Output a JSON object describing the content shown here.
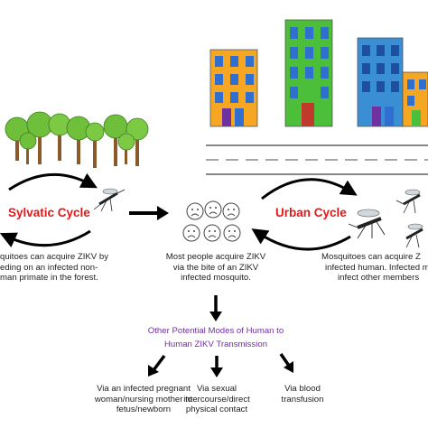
{
  "sylvatic": {
    "label": "Sylvatic Cycle",
    "desc_lines": [
      "quitoes can acquire ZIKV by",
      "eding on an infected non-",
      "man primate in the forest."
    ]
  },
  "urban": {
    "label": "Urban Cycle",
    "desc_lines": [
      "Mosquitoes can acquire Z",
      "infected human. Infected m",
      "infect other members"
    ]
  },
  "center": {
    "desc_lines": [
      "Most people acquire ZIKV",
      "via the bite of an ZIKV",
      "infected mosquito."
    ]
  },
  "other_modes": {
    "title_lines": [
      "Other Potential Modes of Human to",
      "Human ZIKV Transmission"
    ],
    "modes": [
      {
        "lines": [
          "Via an infected pregnant",
          "woman/nursing mother to",
          "fetus/newborn"
        ]
      },
      {
        "lines": [
          "Via sexual",
          "intercourse/direct",
          "physical contact"
        ]
      },
      {
        "lines": [
          "Via blood",
          "transfusion"
        ]
      }
    ]
  },
  "colors": {
    "cycle_label": "#e1191b",
    "title": "#7030a0",
    "tree_green": "#6fbf3a",
    "trunk": "#8b5a2b",
    "building_orange": "#f5a623",
    "building_green": "#4cbf3a",
    "building_blue": "#3a8fd4",
    "window_blue": "#2e6fd0",
    "road": "#888888"
  },
  "icons": [
    "tree-icon",
    "building-icon",
    "mosquito-icon",
    "sad-face-icon",
    "arrow-icon"
  ]
}
